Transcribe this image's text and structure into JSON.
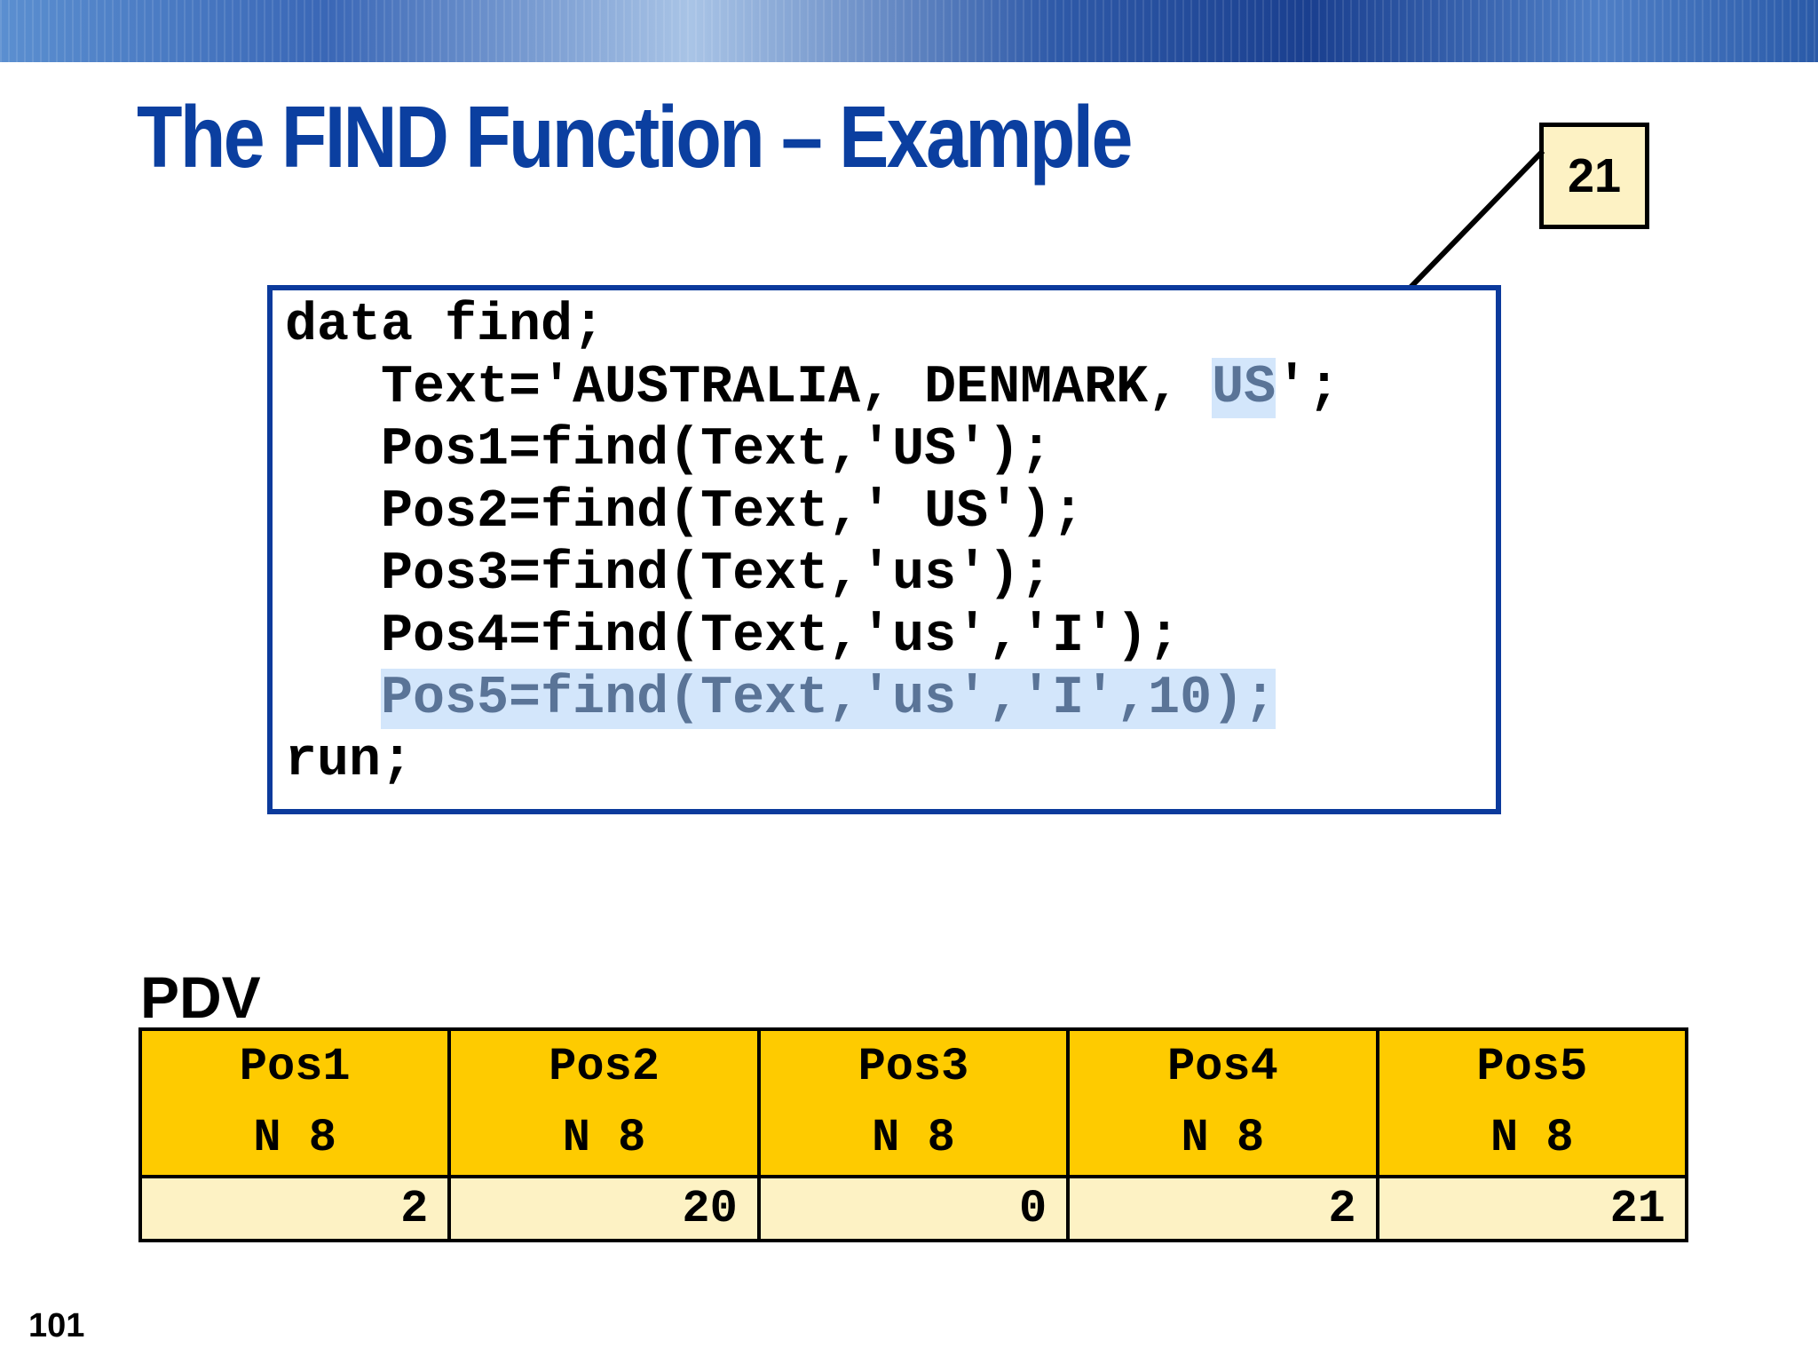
{
  "title": "The FIND Function – Example",
  "callout": {
    "value": "21"
  },
  "code": {
    "line1": "data find;",
    "line2_a": "   Text='AUSTRALIA, DENMARK, ",
    "line2_b": "US",
    "line2_c": "';",
    "line3": "   Pos1=find(Text,'US');",
    "line4": "   Pos2=find(Text,' US');",
    "line5": "   Pos3=find(Text,'us');",
    "line6": "   Pos4=find(Text,'us','I');",
    "line7_indent": "   ",
    "line7": "Pos5=find(Text,'us','I',10);",
    "line8": "run;"
  },
  "pdv": {
    "label": "PDV",
    "columns": [
      {
        "name": "Pos1",
        "type": "N 8",
        "value": "2"
      },
      {
        "name": "Pos2",
        "type": "N 8",
        "value": "20"
      },
      {
        "name": "Pos3",
        "type": "N 8",
        "value": "0"
      },
      {
        "name": "Pos4",
        "type": "N 8",
        "value": "2"
      },
      {
        "name": "Pos5",
        "type": "N 8",
        "value": "21"
      }
    ]
  },
  "page_number": "101",
  "colors": {
    "title": "#0b3fa0",
    "code_border": "#0b3a9c",
    "highlight": "#d3e6fb",
    "pdv_header": "#fecb00",
    "pdv_value": "#fdf2c4"
  }
}
